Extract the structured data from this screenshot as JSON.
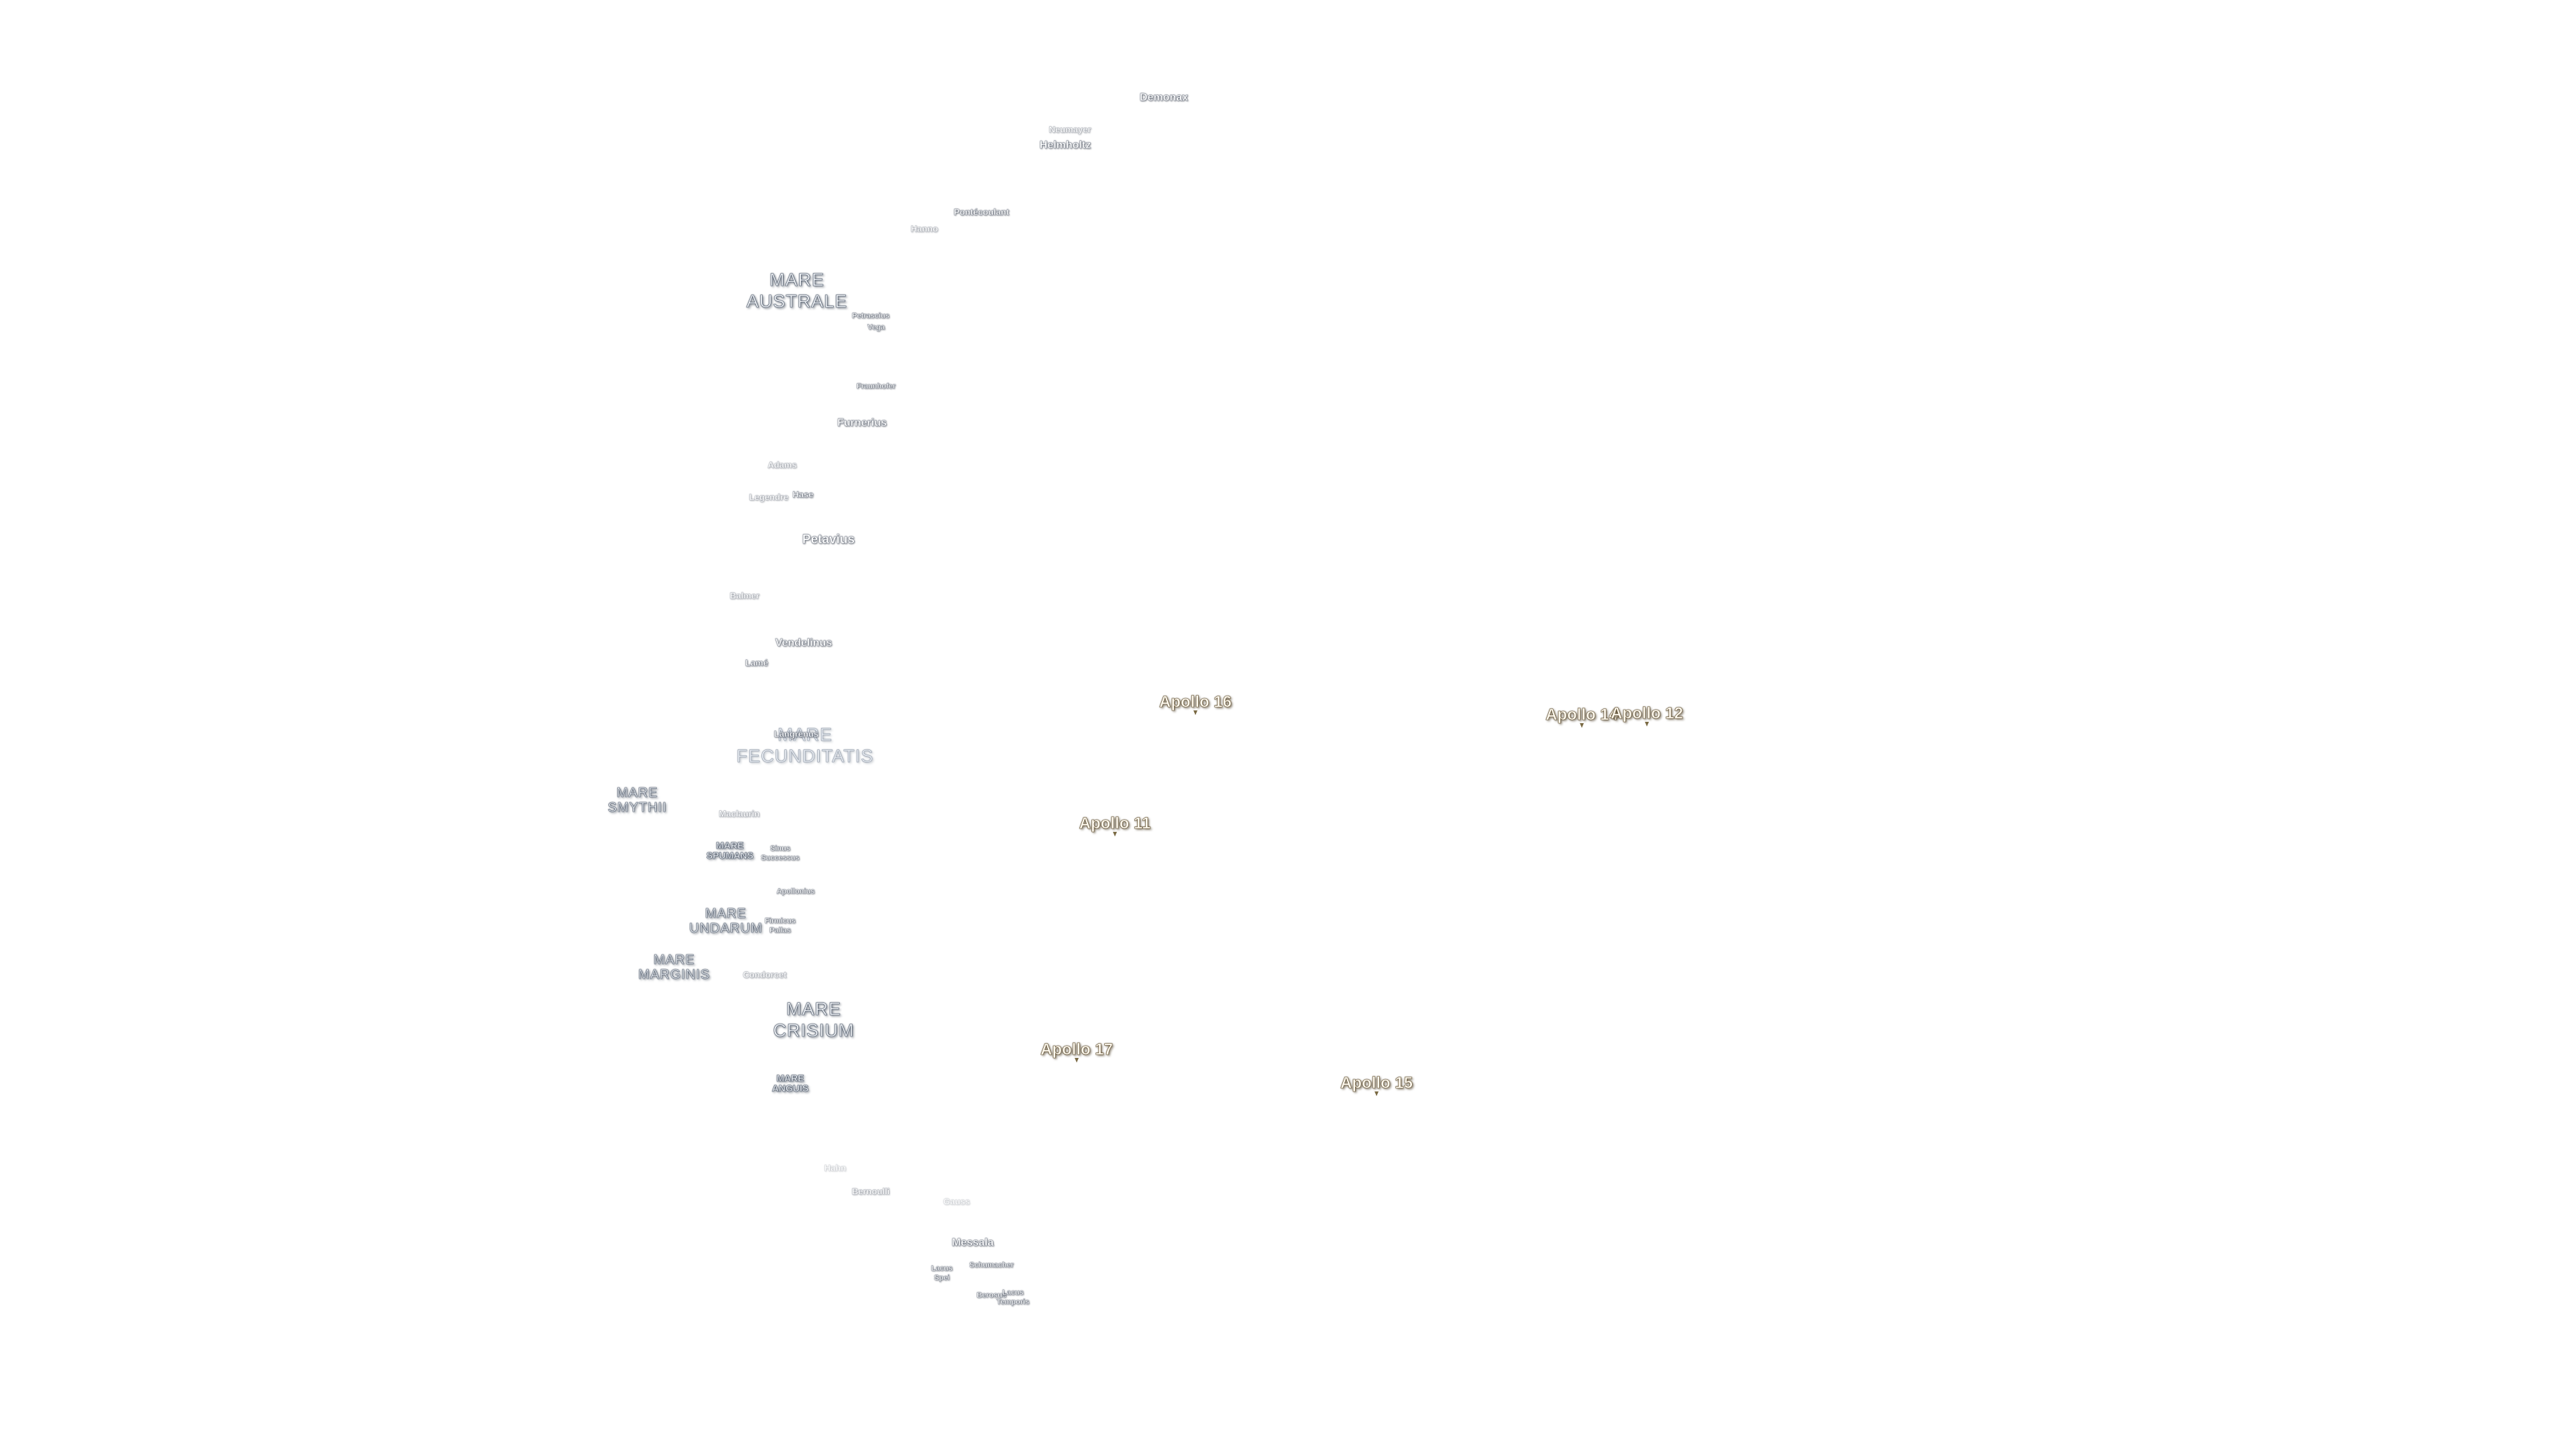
{
  "map": {
    "maria": [
      {
        "lines": [
          "MARE",
          "AUSTRALE"
        ],
        "size": "large"
      },
      {
        "lines": [
          "MARE",
          "FECUNDITATIS"
        ],
        "size": "large",
        "faded": true
      },
      {
        "lines": [
          "MARE",
          "SMYTHII"
        ],
        "size": "medium"
      },
      {
        "lines": [
          "MARE",
          "SPUMANS"
        ],
        "size": "small"
      },
      {
        "lines": [
          "MARE",
          "UNDARUM"
        ],
        "size": "medium-small"
      },
      {
        "lines": [
          "MARE",
          "MARGINIS"
        ],
        "size": "medium"
      },
      {
        "lines": [
          "MARE",
          "CRISIUM"
        ],
        "size": "large"
      },
      {
        "lines": [
          "MARE",
          "ANGUIS"
        ],
        "size": "small"
      }
    ],
    "craters": [
      {
        "name": "Demonax",
        "size": "m",
        "weight": 1
      },
      {
        "name": "Neumayer",
        "size": "s",
        "weight": 2
      },
      {
        "name": "Helmholtz",
        "size": "m",
        "weight": 1
      },
      {
        "name": "Pontécoulant",
        "size": "s",
        "weight": 1
      },
      {
        "name": "Hanno",
        "size": "s",
        "weight": 2
      },
      {
        "name": "Petrascius",
        "size": "xs",
        "weight": 1
      },
      {
        "name": "Vega",
        "size": "xs",
        "weight": 1
      },
      {
        "name": "Fraunhofer",
        "size": "xs",
        "weight": 1
      },
      {
        "name": "Furnerius",
        "size": "m",
        "weight": 1
      },
      {
        "name": "Adams",
        "size": "s",
        "weight": 2
      },
      {
        "name": "Legendre",
        "size": "s",
        "weight": 2
      },
      {
        "name": "Hase",
        "size": "s",
        "weight": 1
      },
      {
        "name": "Petavius",
        "size": "l",
        "weight": 1
      },
      {
        "name": "Balmer",
        "size": "s",
        "weight": 2
      },
      {
        "name": "Vendelinus",
        "size": "m",
        "weight": 1
      },
      {
        "name": "Lamé",
        "size": "s",
        "weight": 1
      },
      {
        "name": "Langrenus",
        "size": "s",
        "weight": 1
      },
      {
        "name": "Maclaurin",
        "size": "s",
        "weight": 2
      },
      {
        "name": "Apollonius",
        "size": "xs",
        "weight": 1
      },
      {
        "name": "Condorcet",
        "size": "s",
        "weight": 2
      },
      {
        "name": "Hahn",
        "size": "s",
        "weight": 3
      },
      {
        "name": "Bernoulli",
        "size": "s",
        "weight": 2
      },
      {
        "name": "Gauss",
        "size": "s",
        "weight": 3
      },
      {
        "name": "Messala",
        "size": "m",
        "weight": 1
      },
      {
        "name": "Schumacher",
        "size": "xs",
        "weight": 1
      },
      {
        "name": "Berosus",
        "size": "xs",
        "weight": 1
      }
    ],
    "crater_stacks": [
      {
        "lines": [
          "Sinus",
          "Successus"
        ]
      },
      {
        "lines": [
          "Firmicus",
          "Pallas"
        ]
      },
      {
        "lines": [
          "Lacus",
          "Spei"
        ]
      },
      {
        "lines": [
          "Lacus",
          "Temporis"
        ]
      }
    ],
    "landing_sites": [
      {
        "name": "Apollo 16"
      },
      {
        "name": "Apollo 14"
      },
      {
        "name": "Apollo 12"
      },
      {
        "name": "Apollo 11"
      },
      {
        "name": "Apollo 17"
      },
      {
        "name": "Apollo 15"
      }
    ],
    "colors": {
      "background": "#ffffff",
      "mare_outline": "#5a6677",
      "crater_outline": "#6c7482",
      "landing_site_outline": "#6b5a3a"
    }
  }
}
